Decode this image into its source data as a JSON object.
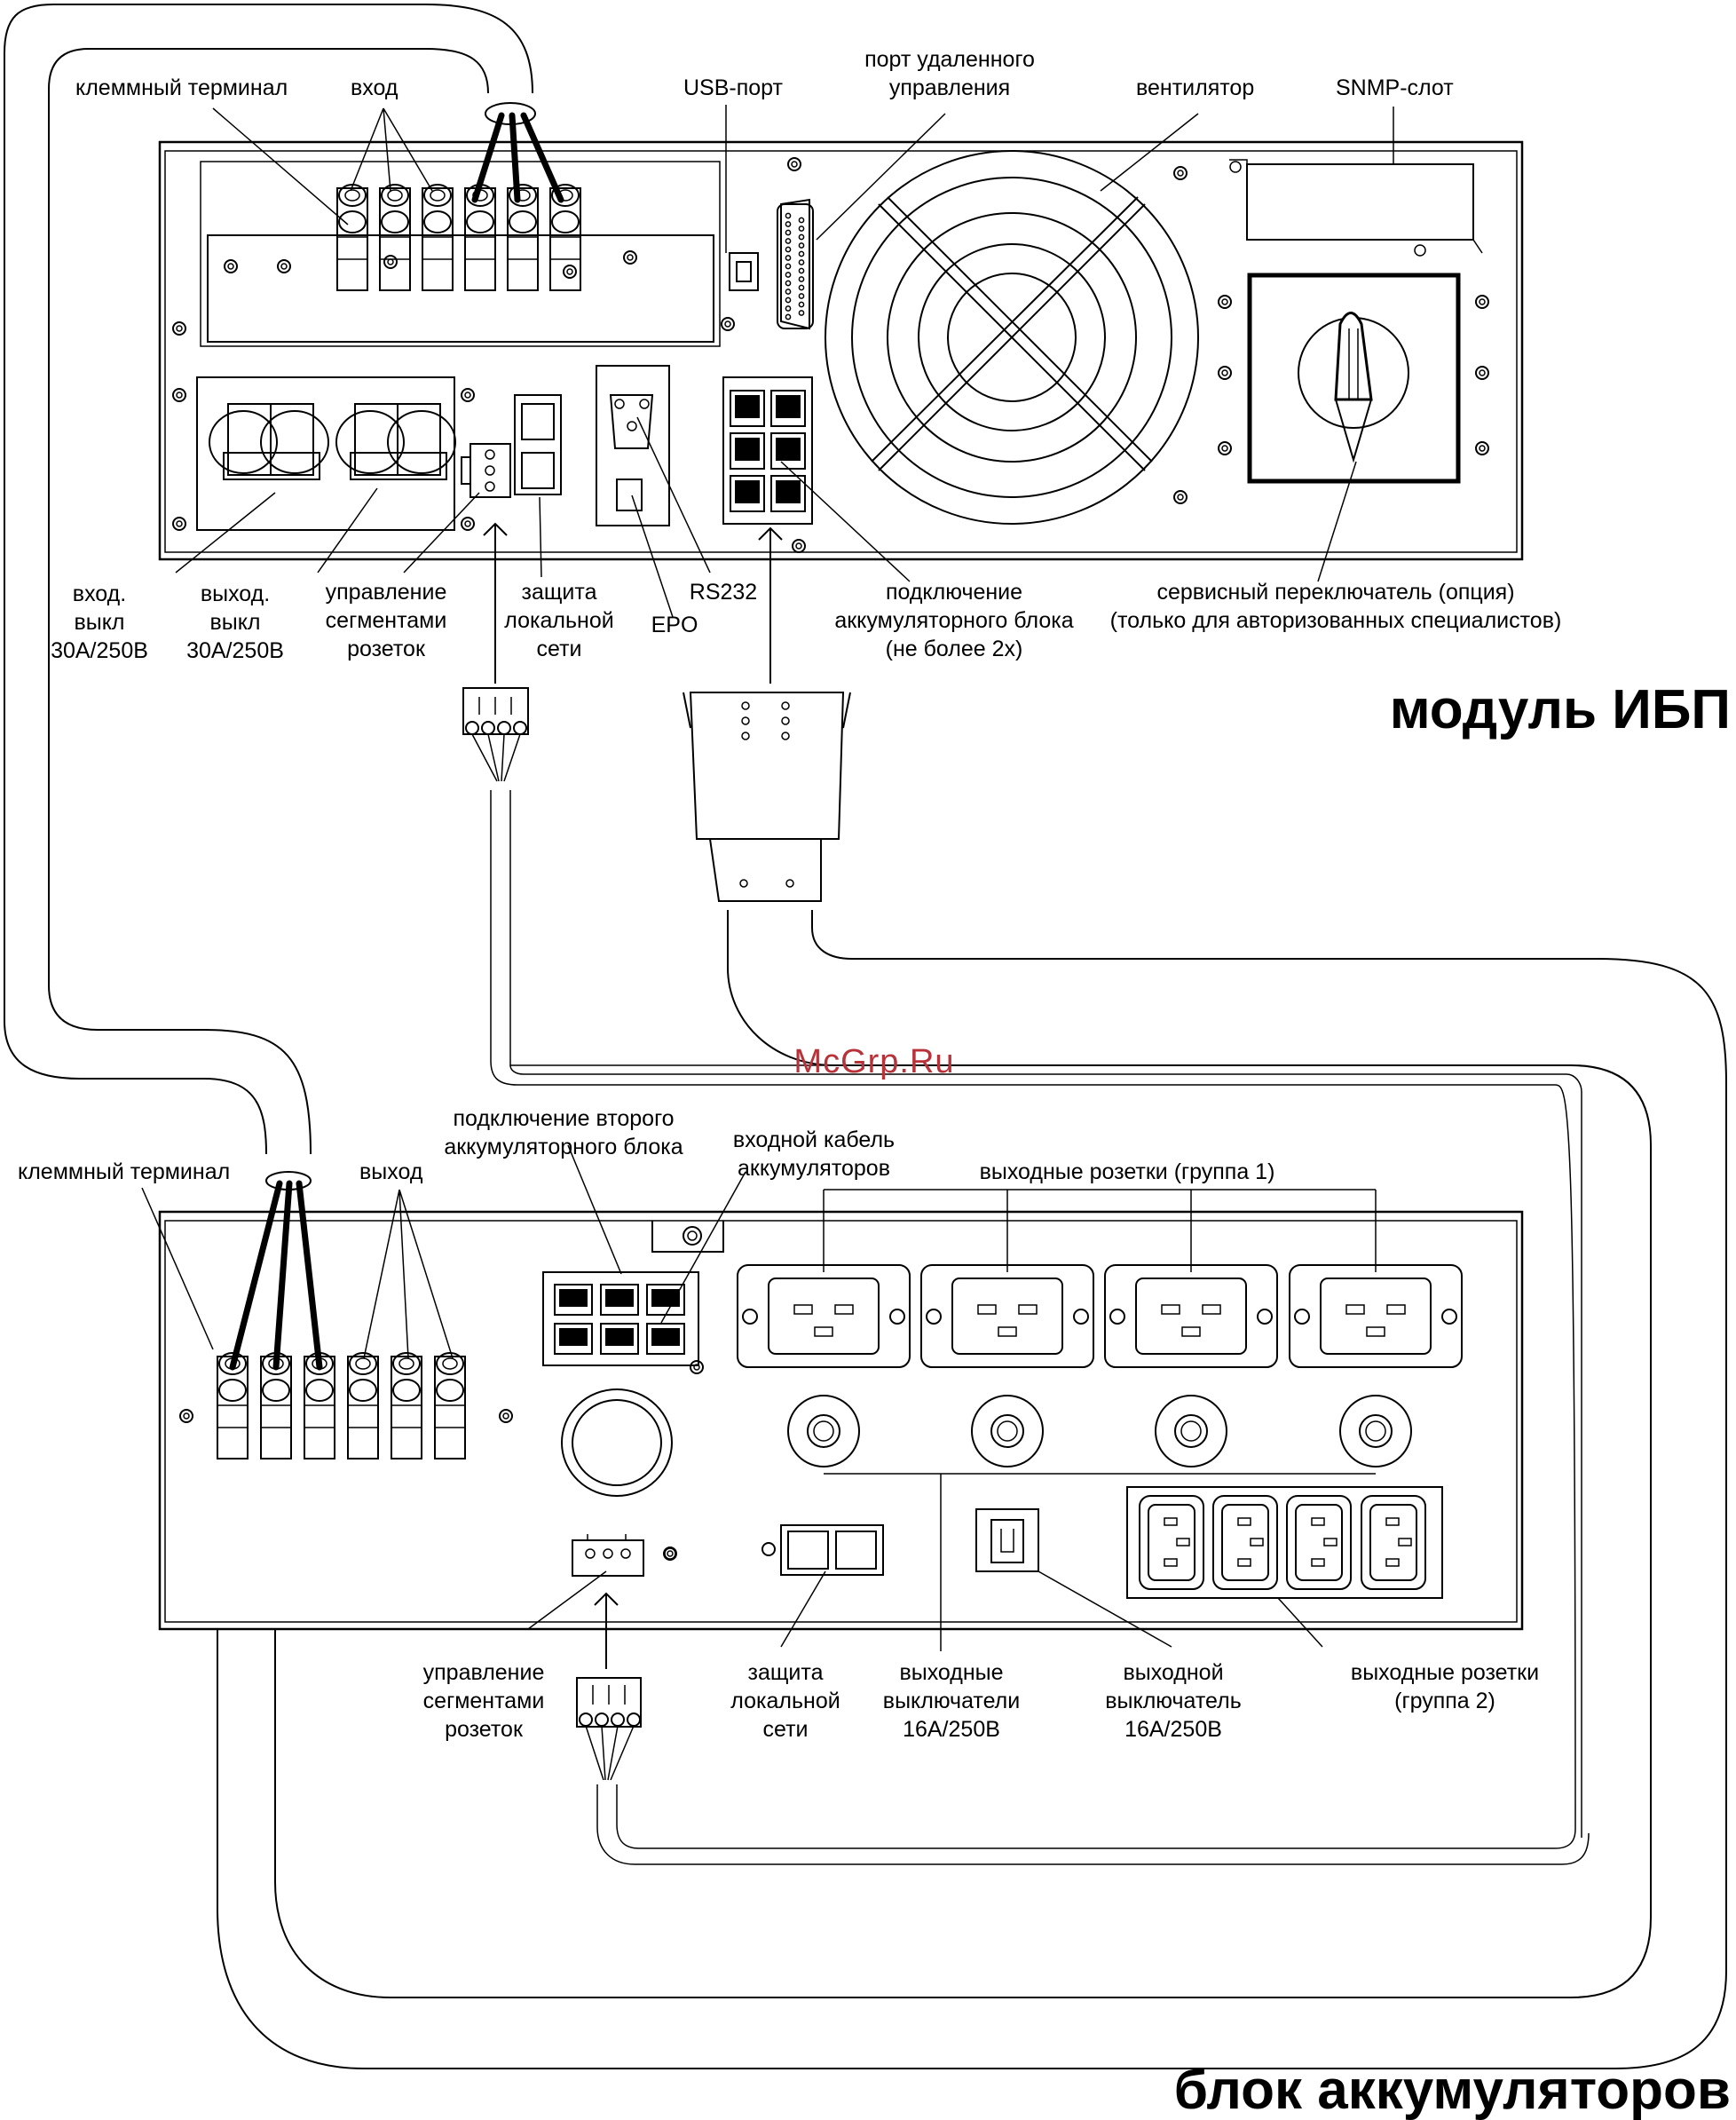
{
  "watermark": "McGrp.Ru",
  "ups": {
    "title": "модуль ИБП",
    "terminal": "клеммный терминал",
    "input": "вход",
    "usb_port": "USB-порт",
    "remote_port": [
      "порт удаленного",
      "управления"
    ],
    "fan": "вентилятор",
    "snmp_slot": "SNMP-слот",
    "input_breaker": [
      "вход.",
      "выкл",
      "30А/250В"
    ],
    "output_breaker": [
      "выход.",
      "выкл",
      "30А/250В"
    ],
    "segment_control": [
      "управление",
      "сегментами",
      "розеток"
    ],
    "lan_protection": [
      "защита",
      "локальной",
      "сети"
    ],
    "epo": "EPO",
    "rs232": "RS232",
    "battery_connection": [
      "подключение",
      "аккумуляторного блока",
      "(не более 2х)"
    ],
    "service_switch": [
      "сервисный переключатель (опция)",
      "(только для авторизованных специалистов)"
    ]
  },
  "battery": {
    "title": "блок аккумуляторов",
    "terminal": "клеммный терминал",
    "output": "выход",
    "second_battery": [
      "подключение второго",
      "аккумуляторного блока"
    ],
    "battery_input_cable": [
      "входной кабель",
      "аккумуляторов"
    ],
    "outlets_group1": "выходные розетки (группа 1)",
    "segment_control": [
      "управление",
      "сегментами",
      "розеток"
    ],
    "lan_protection": [
      "защита",
      "локальной",
      "сети"
    ],
    "output_breakers": [
      "выходные",
      "выключатели",
      "16А/250В"
    ],
    "output_breaker": [
      "выходной",
      "выключатель",
      "16А/250В"
    ],
    "outlets_group2": [
      "выходные розетки",
      "(группа 2)"
    ]
  }
}
